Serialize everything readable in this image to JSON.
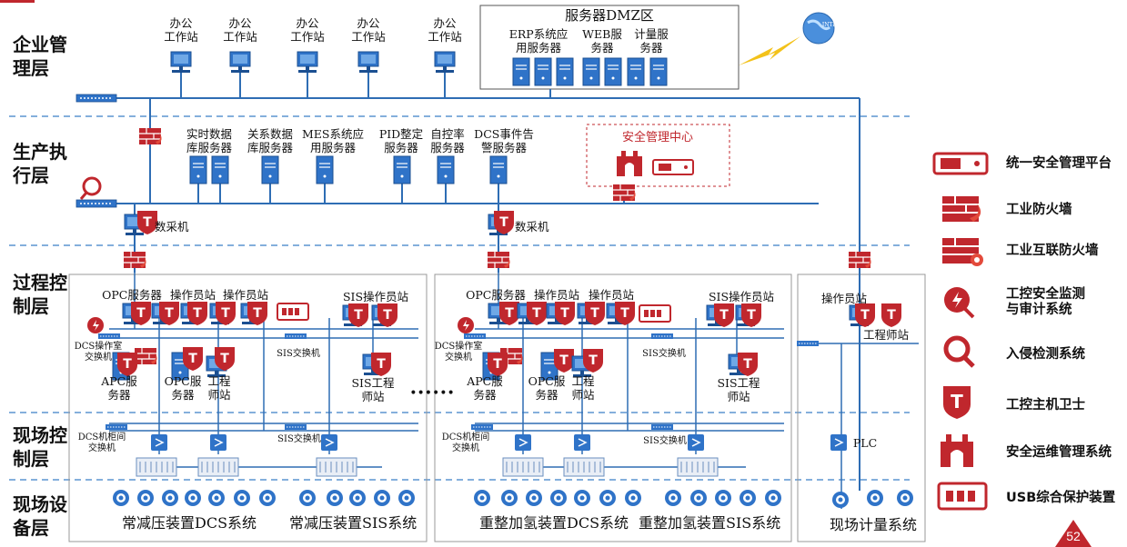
{
  "layers": [
    "企业管\n理层",
    "生产执\n行层",
    "过程控\n制层",
    "现场控\n制层",
    "现场设\n备层"
  ],
  "enterprise": {
    "workstations": [
      "办公\n工作站",
      "办公\n工作站",
      "办公\n工作站",
      "办公\n工作站",
      "办公\n工作站"
    ],
    "dmz_title": "服务器DMZ区",
    "dmz_servers": [
      "ERP系统应\n用服务器",
      "WEB服\n务器",
      "计量服\n务器"
    ],
    "internet": "INTERNET"
  },
  "execution": {
    "servers": [
      "实时数据\n库服务器",
      "关系数据\n库服务器",
      "MES系统应\n用服务器",
      "PID整定\n服务器",
      "自控率\n服务器",
      "DCS事件告\n警服务器"
    ],
    "security_center": "安全管理中心",
    "collector": "数采机"
  },
  "process": {
    "opc": "OPC服务器",
    "operator": "操作员站",
    "sis_operator": "SIS操作员站",
    "dcs_switch": "DCS操作室\n交换机",
    "sis_switch": "SIS交换机",
    "apc": "APC服\n务器",
    "opc2": "OPC服\n务器",
    "engineer": "工程\n师站",
    "sis_engineer": "SIS工程\n师站",
    "engineer_station": "工程师站",
    "dots": "••••••"
  },
  "field_control": {
    "dcs_cabinet_switch": "DCS机柜间\n交换机",
    "sis_switch": "SIS交换机",
    "plc": "PLC"
  },
  "field_device": {
    "systems": [
      "常减压装置DCS系统",
      "常减压装置SIS系统",
      "重整加氢装置DCS系统",
      "重整加氢装置SIS系统",
      "现场计量系统"
    ]
  },
  "legend": [
    {
      "icon": "unified-security-platform-icon",
      "label": "统一安全管理平台"
    },
    {
      "icon": "industrial-firewall-icon",
      "label": "工业防火墙"
    },
    {
      "icon": "industrial-internet-firewall-icon",
      "label": "工业互联防火墙"
    },
    {
      "icon": "ics-audit-icon",
      "label": "工控安全监测\n与审计系统"
    },
    {
      "icon": "intrusion-detection-icon",
      "label": "入侵检测系统"
    },
    {
      "icon": "host-guard-icon",
      "label": "工控主机卫士"
    },
    {
      "icon": "ops-management-icon",
      "label": "安全运维管理系统"
    },
    {
      "icon": "usb-protection-icon",
      "label": "USB综合保护装置"
    }
  ],
  "page_number": "52",
  "colors": {
    "accent": "#c0272d",
    "line": "#2e6db4",
    "dash": "#3a7fc8",
    "server": "#2f73c8"
  }
}
